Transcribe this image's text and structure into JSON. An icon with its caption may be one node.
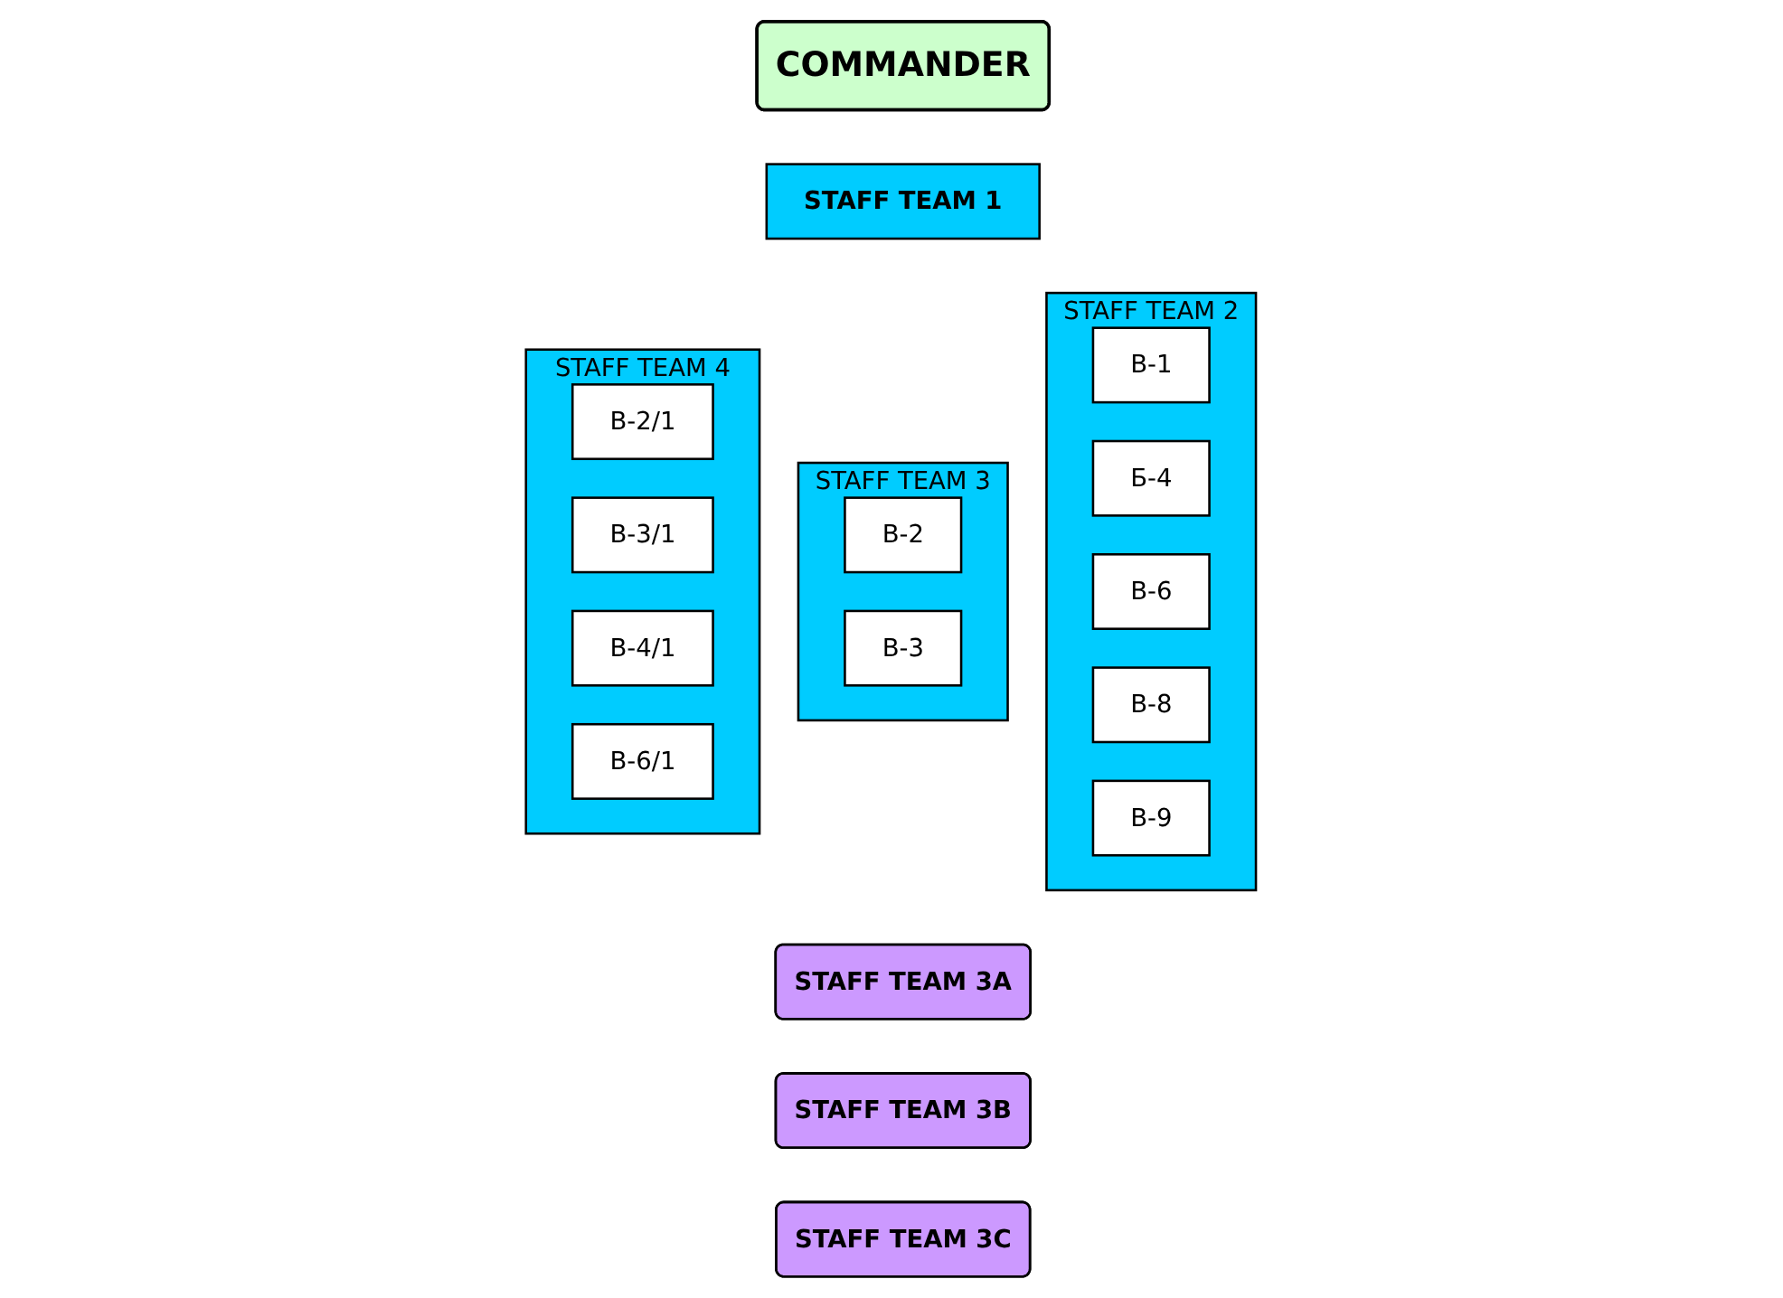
{
  "diagram": {
    "nodes": [
      {
        "text": [
          "COMMANDER"
        ]
      },
      {
        "text": [
          "STAFF TEAM 1"
        ]
      },
      {
        "text": [
          "STAFF TEAM 2"
        ]
      },
      {
        "text": [
          "В-1"
        ],
        "in": 2
      },
      {
        "text": [
          "Б-4"
        ],
        "in": 2
      },
      {
        "text": [
          "В-6"
        ],
        "in": 2
      },
      {
        "text": [
          "В-8"
        ],
        "in": 2
      },
      {
        "text": [
          "В-9"
        ],
        "in": 2
      },
      {
        "text": [
          "STAFF TEAM 3"
        ]
      },
      {
        "text": [
          "В-2"
        ],
        "in": 8
      },
      {
        "text": [
          "В-3"
        ],
        "in": 8
      },
      {
        "text": [
          "STAFF TEAM 4"
        ]
      },
      {
        "text": [
          "В-2/1"
        ],
        "in": 11
      },
      {
        "text": [
          "В-3/1"
        ],
        "in": 11
      },
      {
        "text": [
          "В-4/1"
        ],
        "in": 11
      },
      {
        "text": [
          "В-6/1"
        ],
        "in": 11
      },
      {
        "text": [
          "STAFF TEAM 3A"
        ]
      },
      {
        "text": [
          "STAFF TEAM 3B"
        ]
      },
      {
        "text": [
          "STAFF TEAM 3C"
        ]
      }
    ]
  }
}
